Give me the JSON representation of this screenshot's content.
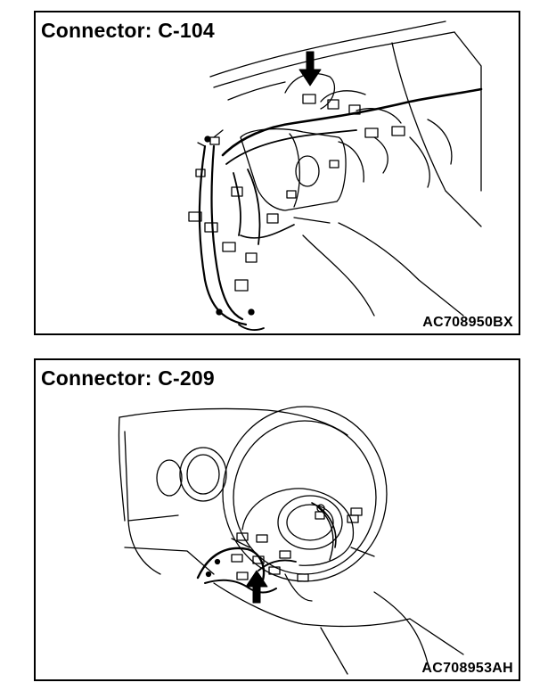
{
  "figures": [
    {
      "title": "Connector: C-104",
      "code": "AC708950BX"
    },
    {
      "title": "Connector: C-209",
      "code": "AC708953AH"
    }
  ],
  "colors": {
    "line": "#000000",
    "background": "#ffffff"
  },
  "icons": [
    "arrow-down-icon",
    "arrow-up-icon"
  ]
}
